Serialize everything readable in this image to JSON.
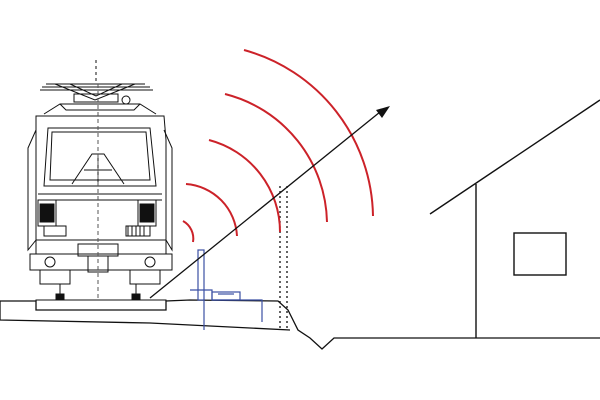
{
  "diagram": {
    "locomotive": {
      "number_plate": "",
      "plate_text": ""
    },
    "colors": {
      "line": "#111111",
      "sound_waves": "#cc2229",
      "barrier": "#3b4fa3",
      "background": "#ffffff"
    },
    "elements": {
      "locomotive": "electric-locomotive-front-view",
      "sound_waves": "sound-wave-arcs",
      "sound_path": "propagation-arrow",
      "noise_barrier": "low-noise-barrier",
      "wall": "dotted-wall",
      "house": "house-outline",
      "window": "house-window",
      "ground": "ground-profile"
    }
  }
}
